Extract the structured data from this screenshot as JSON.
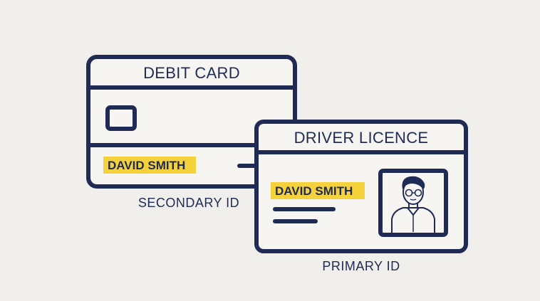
{
  "debit_card": {
    "title": "DEBIT CARD",
    "name": "DAVID SMITH",
    "caption": "SECONDARY ID"
  },
  "driver_licence": {
    "title": "DRIVER LICENCE",
    "name": "DAVID SMITH",
    "caption": "PRIMARY ID"
  },
  "colors": {
    "background": "#f1efeb",
    "card_fill": "#f7f5f1",
    "outline": "#1f2b55",
    "name_highlight": "#f5d23c"
  },
  "icons": {
    "chip": "card-chip-icon",
    "portrait": "person-portrait-icon"
  }
}
